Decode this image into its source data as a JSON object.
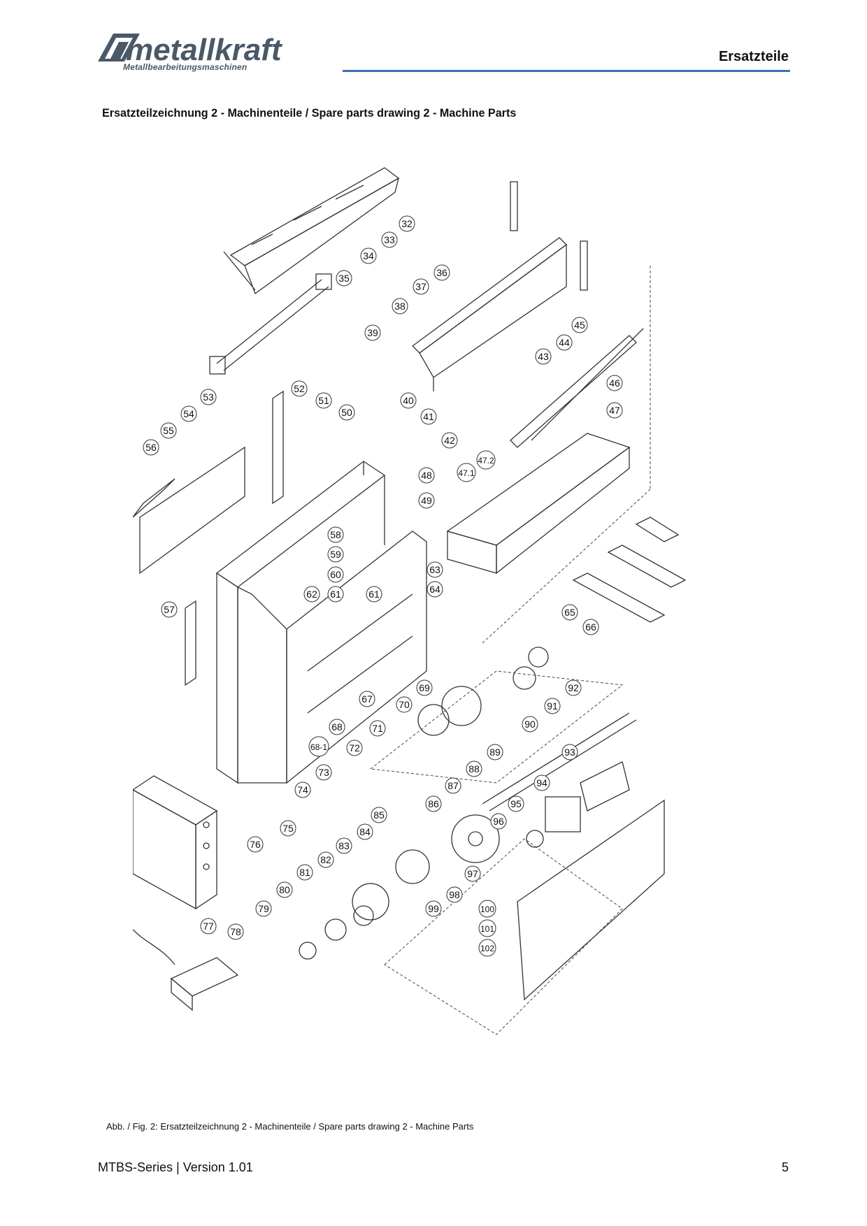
{
  "header": {
    "logo_text": "metallkraft",
    "logo_subtitle": "Metallbearbeitungsmaschinen",
    "section_title": "Ersatzteile"
  },
  "page_heading": "Ersatzteilzeichnung 2 - Machinenteile / Spare parts drawing 2 - Machine Parts",
  "drawing": {
    "part_numbers": [
      "32",
      "33",
      "34",
      "35",
      "36",
      "37",
      "38",
      "39",
      "40",
      "41",
      "42",
      "43",
      "44",
      "45",
      "46",
      "47",
      "47.1",
      "47.2",
      "48",
      "49",
      "50",
      "51",
      "52",
      "53",
      "54",
      "55",
      "56",
      "57",
      "58",
      "59",
      "60",
      "61",
      "61",
      "62",
      "63",
      "64",
      "65",
      "66",
      "67",
      "68",
      "68-1",
      "69",
      "70",
      "71",
      "72",
      "73",
      "74",
      "75",
      "76",
      "77",
      "78",
      "79",
      "80",
      "81",
      "82",
      "83",
      "84",
      "85",
      "86",
      "87",
      "88",
      "89",
      "90",
      "91",
      "92",
      "93",
      "94",
      "95",
      "96",
      "97",
      "98",
      "99",
      "100",
      "101",
      "102"
    ]
  },
  "caption": "Abb. / Fig. 2: Ersatzteilzeichnung 2 - Machinenteile / Spare parts drawing 2 - Machine Parts",
  "footer": {
    "series": "MTBS-Series | Version 1.01",
    "page_number": "5"
  },
  "colors": {
    "header_rule": "#3e6fb4",
    "logo": "#4a5868",
    "line_art": "#333333"
  }
}
